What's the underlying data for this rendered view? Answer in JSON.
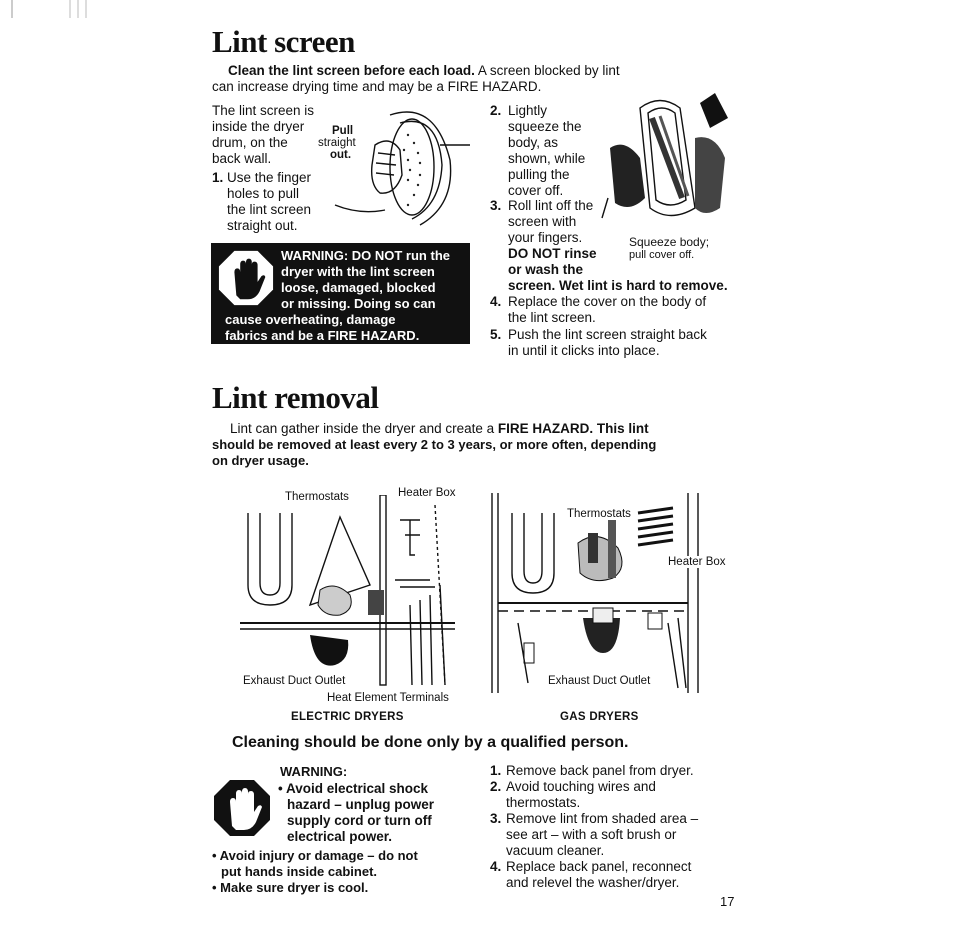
{
  "lint_screen": {
    "title": "Lint screen",
    "intro_bold": "Clean the lint screen before each load.",
    "intro_rest": " A screen blocked by lint",
    "intro_line2": "can increase drying time and may be a FIRE HAZARD.",
    "location_lines": [
      "The lint screen is",
      "inside the dryer",
      "drum, on the",
      "back wall."
    ],
    "pull_label": [
      "Pull",
      "straight",
      "out."
    ],
    "step1": {
      "num": "1.",
      "lines": [
        "Use the finger",
        "holes to pull",
        "the lint screen",
        "straight out."
      ]
    },
    "warning": {
      "lines": [
        "WARNING: DO NOT run the",
        "dryer with the lint screen",
        "loose, damaged, blocked",
        "or missing. Doing so can",
        "cause overheating, damage",
        "fabrics and be a FIRE HAZARD."
      ]
    },
    "step2": {
      "num": "2.",
      "lines": [
        "Lightly",
        "squeeze the",
        "body, as",
        "shown, while",
        "pulling the",
        "cover off."
      ]
    },
    "squeeze_caption": [
      "Squeeze body;",
      "pull cover off."
    ],
    "step3": {
      "num": "3.",
      "lines": [
        "Roll lint off the",
        "screen with",
        "your fingers."
      ],
      "bold_lines": [
        "DO NOT rinse",
        "or wash the",
        "screen. Wet lint is hard to remove."
      ]
    },
    "step4": {
      "num": "4.",
      "lines": [
        "Replace the cover on the body of",
        "the lint screen."
      ]
    },
    "step5": {
      "num": "5.",
      "lines": [
        "Push the lint screen straight back",
        "in until it clicks into place."
      ]
    }
  },
  "lint_removal": {
    "title": "Lint removal",
    "intro_plain": "Lint can gather inside the dryer and create a ",
    "intro_bold1": "FIRE HAZARD. This lint",
    "intro_bold2": "should be removed at least every 2 to 3 years, or more often, depending",
    "intro_bold3": "on dryer usage.",
    "electric": {
      "labels": {
        "thermostats": "Thermostats",
        "heater_box": "Heater Box",
        "exhaust": "Exhaust Duct Outlet",
        "terminals": "Heat Element Terminals"
      },
      "caption": "ELECTRIC DRYERS"
    },
    "gas": {
      "labels": {
        "thermostats": "Thermostats",
        "heater_box": "Heater Box",
        "exhaust": "Exhaust Duct Outlet"
      },
      "caption": "GAS DRYERS"
    },
    "qualified": "Cleaning should be done only by a qualified person.",
    "warning_title": "WARNING:",
    "warning_items": [
      [
        "• Avoid electrical shock",
        "hazard – unplug power",
        "supply cord or turn off",
        "electrical power."
      ],
      [
        "• Avoid injury or damage – do not",
        "put hands inside cabinet."
      ],
      [
        "• Make sure dryer is cool."
      ]
    ],
    "steps": [
      {
        "num": "1.",
        "lines": [
          "Remove back panel from dryer."
        ]
      },
      {
        "num": "2.",
        "lines": [
          "Avoid touching wires and",
          "thermostats."
        ]
      },
      {
        "num": "3.",
        "lines": [
          "Remove lint from shaded area –",
          "see art – with a soft brush or",
          "vacuum cleaner."
        ]
      },
      {
        "num": "4.",
        "lines": [
          "Replace back panel, reconnect",
          "and relevel the washer/dryer."
        ]
      }
    ]
  },
  "page_number": "17"
}
